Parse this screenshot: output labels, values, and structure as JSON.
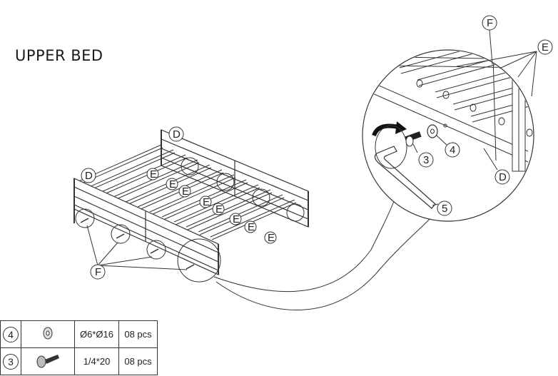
{
  "title": "UPPER BED",
  "callouts": {
    "D": "D",
    "E": "E",
    "F": "F",
    "n3": "3",
    "n4": "4",
    "n5": "5"
  },
  "parts": [
    {
      "num": "4",
      "icon": "washer-icon",
      "size": "Ø6*Ø16",
      "qty": "08 pcs"
    },
    {
      "num": "3",
      "icon": "bolt-icon",
      "size": "1/4*20",
      "qty": "08 pcs"
    }
  ]
}
